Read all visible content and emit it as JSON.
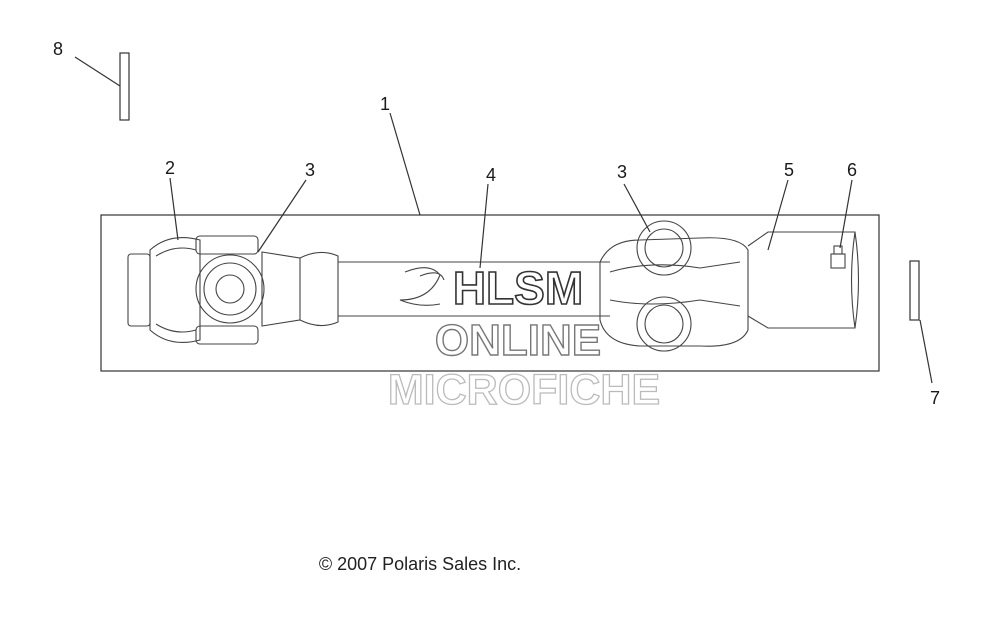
{
  "diagram": {
    "callouts": [
      "1",
      "2",
      "3",
      "3",
      "4",
      "5",
      "6",
      "7",
      "8"
    ],
    "watermark": [
      "HLSM",
      "ONLINE",
      "MICROFICHE"
    ],
    "copyright": "© 2007 Polaris Sales Inc."
  }
}
